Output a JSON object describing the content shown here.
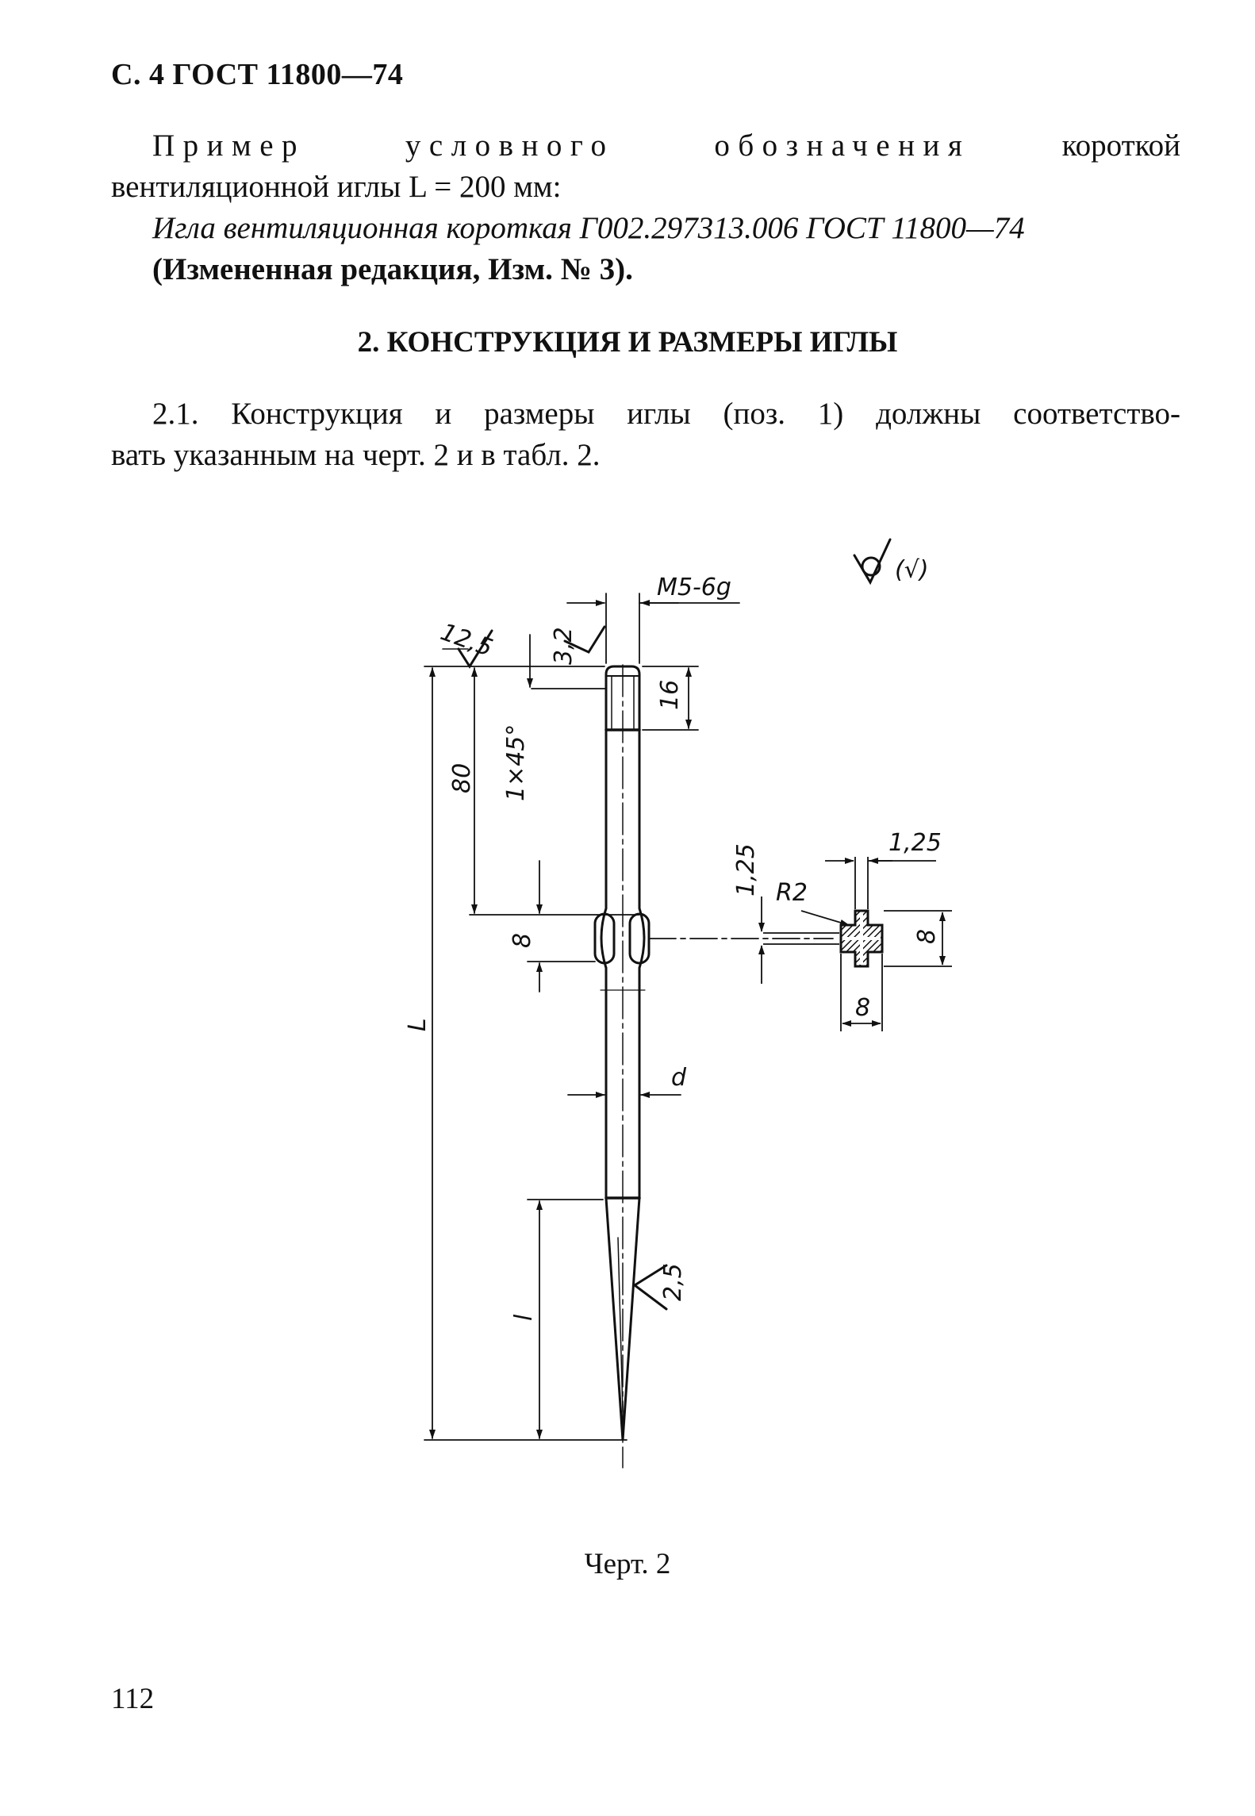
{
  "header": {
    "text": "С. 4 ГОСТ 11800—74"
  },
  "example": {
    "spaced": "Пример условного обозначения",
    "rest": "короткой",
    "line2": "вентиляционной иглы  L = 200 мм:",
    "designation": "Игла вентиляционная короткая Г002.297313.006 ГОСТ 11800—74",
    "amendment": "(Измененная редакция, Изм. № 3)."
  },
  "section": {
    "title": "2. КОНСТРУКЦИЯ И РАЗМЕРЫ ИГЛЫ"
  },
  "clause": {
    "line1": "2.1. Конструкция и размеры иглы (поз. 1) должны соответство-",
    "line2": "вать указанным на черт. 2 и в табл. 2."
  },
  "drawing": {
    "roughness_general": "(√)",
    "thread": "M5-6g",
    "roughness_top": "12,5",
    "roughness_thread": "3,2",
    "dim_thread_len": "16",
    "dim_80": "80",
    "chamfer": "1×45°",
    "dim_slot": "8",
    "dim_L": "L",
    "dim_d": "d",
    "dim_l": "l",
    "roughness_tip": "2,5",
    "section_125_top": "1,25",
    "section_125_side": "1,25",
    "section_R": "R2",
    "section_8_side": "8",
    "section_8_bottom": "8"
  },
  "caption": "Черт. 2",
  "page_number": "112"
}
